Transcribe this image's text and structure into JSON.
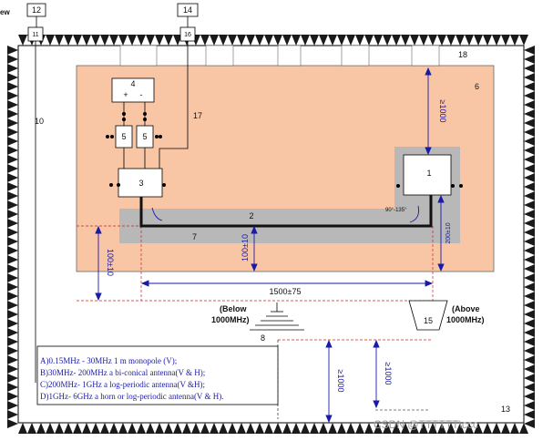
{
  "header": {
    "left_clip": "ew",
    "box_12": "12",
    "box_14": "14",
    "box_11": "11",
    "box_16": "16"
  },
  "labels": {
    "chamber": "10",
    "ground_plane": "6",
    "absorber_top": "18",
    "eut": "1",
    "cable": "2",
    "lisn": "3",
    "power_supply": "4",
    "power_plus": "+",
    "power_minus": "-",
    "filter_a": "5",
    "filter_b": "5",
    "table": "7",
    "ground_ref": "8",
    "antenna": "15",
    "feedthrough": "17",
    "corner": "13"
  },
  "dimensions": {
    "eut_to_back": "≥1000",
    "height_200": "200±10",
    "table_height": "100±10",
    "cable_height": "100±10",
    "cable_length": "1500±75",
    "bend_angle": "90°-135°",
    "antenna_below": "(Below\n1000MHz)",
    "antenna_above": "(Above\n1000MHz)",
    "floor_a": "≥1000",
    "floor_b": "≥1000"
  },
  "legend": [
    "A)0.15MHz - 30MHz  1 m monopole (V);",
    "B)30MHz- 200MHz   a bi-conical antenna(V & H);",
    "C)200MHz- 1GHz     a log-periodic antenna(V &H);",
    "D)1GHz- 6GHz        a horn or log-periodic antenna(V & H)."
  ],
  "watermark": "CSDN @TTTTTT\\ccc",
  "colors": {
    "ground_plane": "#f9c6a5",
    "table": "#b8b8b8",
    "dimension": "#1a1aa8",
    "grid_line": "#cc2222"
  }
}
